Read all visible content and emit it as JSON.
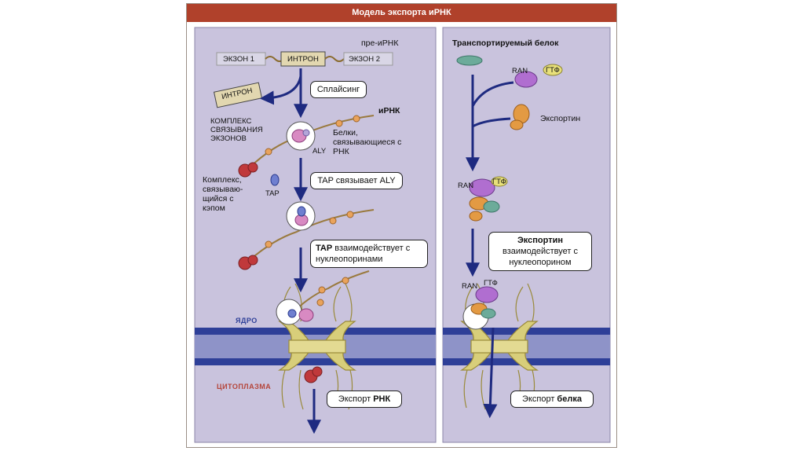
{
  "title": "Модель экспорта иРНК",
  "left": {
    "pre_mrna": "пре-иРНК",
    "exon1": "ЭКЗОН 1",
    "intron": "ИНТРОН",
    "exon2": "ЭКЗОН 2",
    "intron_spliced": "ИНТРОН",
    "splicing": "Сплайсинг",
    "mrna": "иРНК",
    "ejc": "КОМПЛЕКС СВЯЗЫВАНИЯ ЭКЗОНОВ",
    "rbp": "Белки, связывающиеся с РНК",
    "aly": "ALY",
    "cap_complex": "Комплекс, связываю-щийся с кэпом",
    "tap": "TAP",
    "tap_binds": "TAP связывает ALY",
    "tap_interacts_bold": "TAP",
    "tap_interacts_rest": " взаимодействует с нуклеопоринами",
    "nucleus": "ЯДРО",
    "cytoplasm": "ЦИТОПЛАЗМА",
    "export_prefix": "Экспорт ",
    "export_bold": "РНК"
  },
  "right": {
    "cargo": "Транспортируемый белок",
    "ran": "RAN",
    "gtp": "ГТФ",
    "exportin": "Экспортин",
    "exportin_bold": "Экспортин",
    "exportin_rest": "взаимодействует с нуклеопорином",
    "export_prefix": "Экспорт ",
    "export_bold": "белка"
  },
  "colors": {
    "panel_bg": "#c9c3dd",
    "membrane_dark": "#2e3f98",
    "membrane_light": "#8e93c8",
    "pore": "#d8ce7a",
    "arrow": "#1e2a80",
    "title_bar": "#b0412b"
  }
}
